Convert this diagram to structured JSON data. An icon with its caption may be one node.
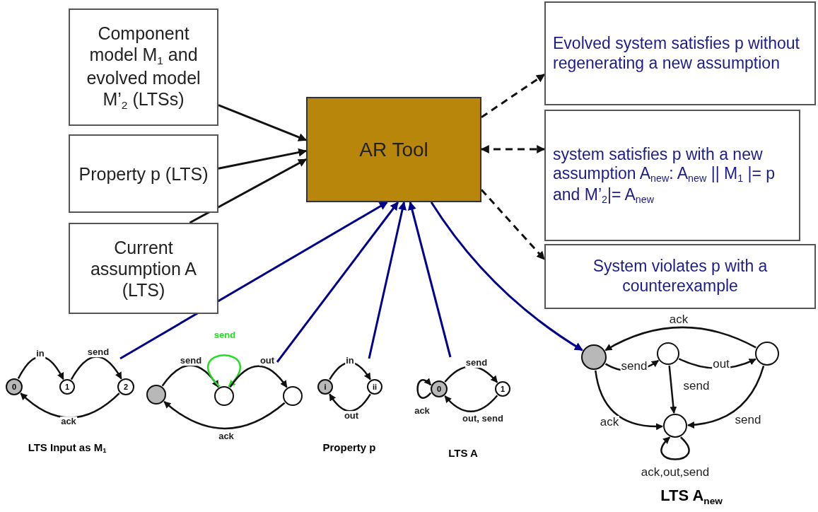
{
  "diagram": {
    "nodes": [
      {
        "text": [
          "Component model M$_{1}$ and evolved model M’$_{2}$  (LTSs)"
        ]
      },
      {
        "text": [
          "Property p (LTS)"
        ]
      },
      {
        "text": [
          "Current assumption A (LTS)"
        ]
      },
      {
        "text": [
          "AR Tool"
        ]
      },
      {
        "text": [
          "Evolved system satisfies p without regenerating a new assumption"
        ]
      },
      {
        "text": [
          "system satisfies p with a new assumption A$_{new}$: A$_{new}$ || M$_{1}$ |= p and M’$_{2}$|= A$_{new}$"
        ]
      },
      {
        "text": [
          "System violates p with a counterexample"
        ]
      },
      {
        "text": [
          "0"
        ]
      },
      {
        "text": [
          "1"
        ]
      },
      {
        "text": [
          "2"
        ]
      },
      {
        "text": [],
        "shape": "circle"
      },
      {
        "text": [],
        "shape": "circle"
      },
      {
        "text": [],
        "shape": "circle"
      },
      {
        "text": [
          "i"
        ]
      },
      {
        "text": [
          "ii"
        ]
      },
      {
        "text": [
          "0"
        ]
      },
      {
        "text": [
          "1"
        ]
      },
      {
        "text": [],
        "shape": "circle"
      },
      {
        "text": [],
        "shape": "circle"
      },
      {
        "text": [],
        "shape": "circle"
      },
      {
        "text": [],
        "shape": "circle"
      }
    ],
    "edges": [
      {
        "from": 0,
        "to": 3,
        "arrow": "to"
      },
      {
        "from": 1,
        "to": 3,
        "arrow": "to"
      },
      {
        "from": 2,
        "to": 3,
        "arrow": "to"
      },
      {
        "from": 3,
        "to": 4,
        "arrow": "to",
        "style": "dashed"
      },
      {
        "from": 3,
        "to": 5,
        "arrow": "both",
        "style": "dashed"
      },
      {
        "from": 3,
        "to": 6,
        "arrow": "to",
        "style": "dashed"
      },
      {
        "from": null,
        "to": 3,
        "arrow": "to",
        "color": "#00008b"
      },
      {
        "from": null,
        "to": 3,
        "arrow": "to",
        "color": "#00008b"
      },
      {
        "from": null,
        "to": 3,
        "arrow": "to",
        "color": "#00008b"
      },
      {
        "from": null,
        "to": 3,
        "arrow": "to",
        "color": "#00008b"
      },
      {
        "from": 3,
        "to": 17,
        "arrow": "to",
        "color": "#00008b"
      },
      {
        "from": 7,
        "to": 8,
        "arrow": "to",
        "label": "in"
      },
      {
        "from": 8,
        "to": 9,
        "arrow": "to",
        "label": "send"
      },
      {
        "from": 9,
        "to": 7,
        "arrow": "to",
        "label": "ack"
      },
      {
        "from": 10,
        "to": 11,
        "arrow": "to",
        "label": "send"
      },
      {
        "from": 11,
        "to": 11,
        "arrow": "to",
        "label": "send",
        "color": "#22dd22"
      },
      {
        "from": 11,
        "to": 12,
        "arrow": "to",
        "label": "out"
      },
      {
        "from": 12,
        "to": 10,
        "arrow": "to",
        "label": "ack"
      },
      {
        "from": 13,
        "to": 14,
        "arrow": "to",
        "label": "in"
      },
      {
        "from": 14,
        "to": 13,
        "arrow": "to",
        "label": "out"
      },
      {
        "from": 15,
        "to": 15,
        "arrow": "to",
        "label": "ack"
      },
      {
        "from": 15,
        "to": 16,
        "arrow": "to",
        "label": "send"
      },
      {
        "from": 16,
        "to": 15,
        "arrow": "to",
        "label": "out, send"
      },
      {
        "from": 17,
        "to": 18,
        "arrow": "to",
        "label": "send"
      },
      {
        "from": 18,
        "to": 19,
        "arrow": "to",
        "label": "out"
      },
      {
        "from": 19,
        "to": 17,
        "arrow": "to",
        "label": "ack"
      },
      {
        "from": 18,
        "to": 20,
        "arrow": "to",
        "label": "send"
      },
      {
        "from": 17,
        "to": 20,
        "arrow": "to",
        "label": "ack"
      },
      {
        "from": 19,
        "to": 20,
        "arrow": "to",
        "label": "send"
      },
      {
        "from": 20,
        "to": 20,
        "arrow": "to",
        "label": "ack,out,send"
      }
    ],
    "labels": [
      "LTS Input as M$_{1}$",
      "Property p",
      "LTS A",
      "LTS A$_{new}$"
    ]
  }
}
